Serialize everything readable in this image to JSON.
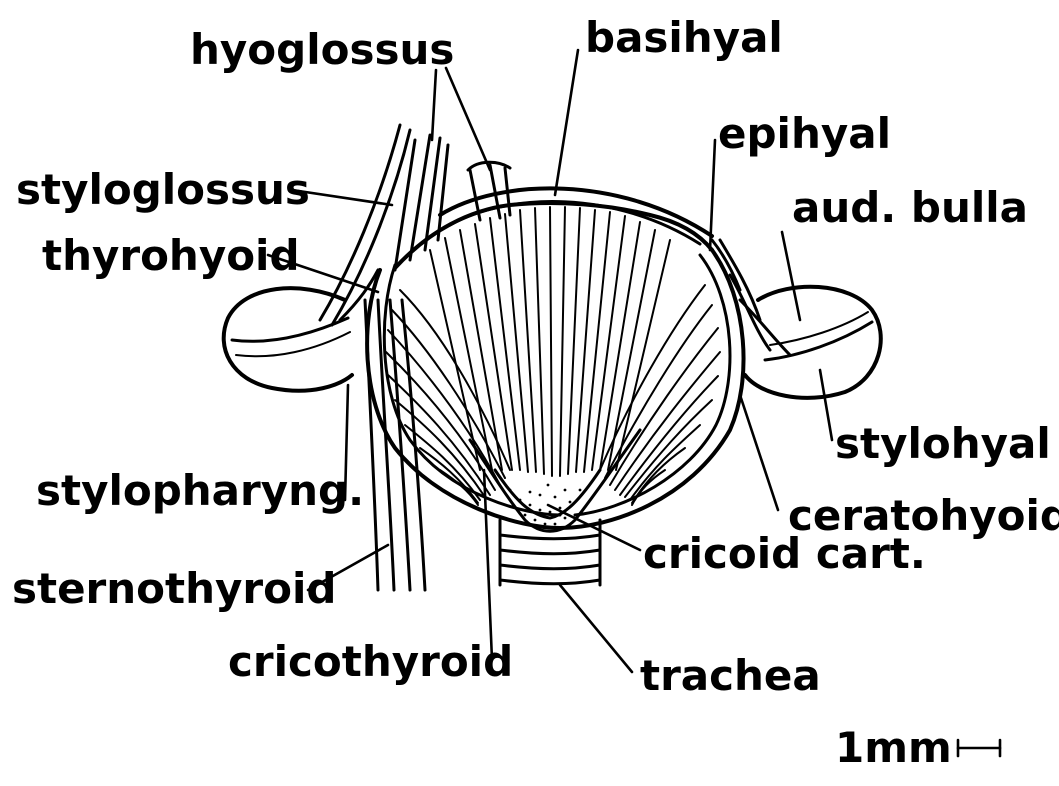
{
  "labels": {
    "hyoglossus": "hyoglossus",
    "basihyal": "basihyal",
    "styloglossus": "styloglossus",
    "epihyal": "epihyal",
    "aud_bulla": "aud. bulla",
    "thyrohyoid": "thyrohyoid",
    "stylohyal": "stylohyal",
    "stylopharyng": "stylopharyng.",
    "ceratohyoid": "ceratohyoid",
    "cricoid_cart": "cricoid cart.",
    "sternothyroid": "sternothyroid",
    "cricothyroid": "cricothyroid",
    "trachea": "trachea"
  },
  "scale_bar": {
    "label": "1mm"
  },
  "colors": {
    "ink": "#000000",
    "background": "#ffffff"
  }
}
